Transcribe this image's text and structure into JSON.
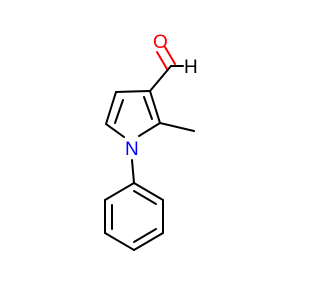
{
  "molecule": {
    "atoms": [
      {
        "id": "O",
        "label": "O",
        "color": "#ff0000"
      },
      {
        "id": "H",
        "label": "H",
        "color": "#000000"
      },
      {
        "id": "N",
        "label": "N",
        "color": "#0000ff"
      }
    ]
  }
}
